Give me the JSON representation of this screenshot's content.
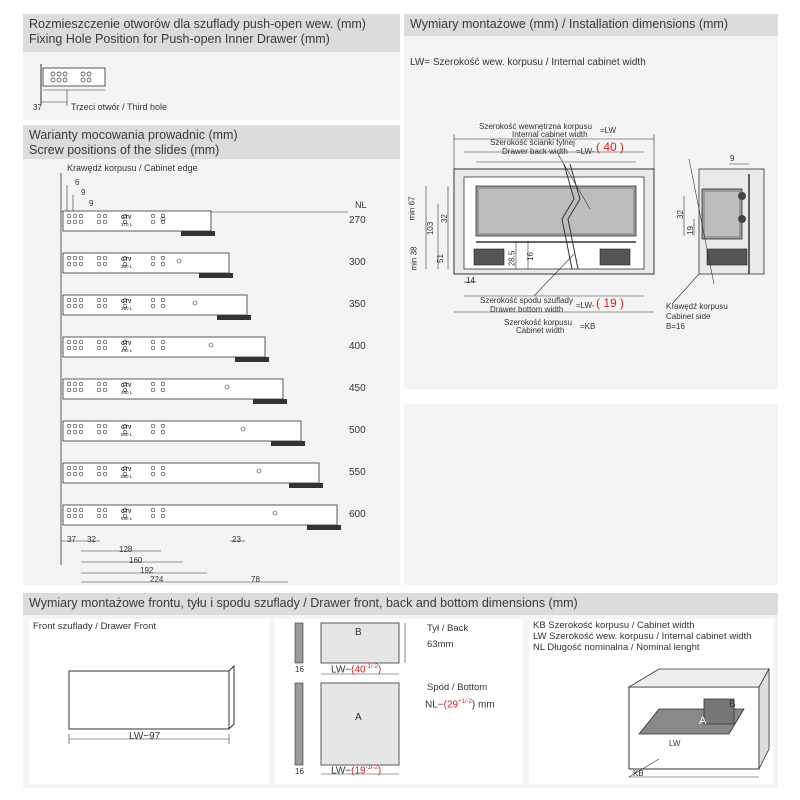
{
  "hole_position": {
    "title_pl": "Rozmieszczenie otworów dla szuflady push-open wew. (mm)",
    "title_en": "Fixing Hole Position for Push-open Inner Drawer (mm)",
    "dim": "37",
    "label": "Trzeci otwór / Third hole"
  },
  "variants": {
    "title_pl": "Warianty mocowania prowadnic (mm)",
    "title_en": "Screw positions of the slides (mm)",
    "cabinet_edge": "Krawędź korpusu / Cabinet edge",
    "top_dims": [
      "6",
      "9",
      "9"
    ],
    "nl_header": "NL",
    "slides": [
      {
        "nl": "270",
        "code": "270 L"
      },
      {
        "nl": "300",
        "code": "300 L"
      },
      {
        "nl": "350",
        "code": "350 L"
      },
      {
        "nl": "400",
        "code": "400 L"
      },
      {
        "nl": "450",
        "code": "450 L"
      },
      {
        "nl": "500",
        "code": "500 L"
      },
      {
        "nl": "550",
        "code": "550 L"
      },
      {
        "nl": "600",
        "code": "600 L"
      }
    ],
    "brand": "GTV",
    "bottom_dims": [
      "37",
      "32",
      "128",
      "160",
      "192",
      "224",
      "23",
      "78"
    ]
  },
  "installation": {
    "title": "Wymiary montażowe (mm) / Installation dimensions (mm)",
    "lw_def": "LW= Szerokość wew. korpusu / Internal cabinet width",
    "inner_width_pl": "Szerokość wewnętrzna korpusu",
    "inner_width_en": "Internal cabinet width",
    "inner_width_val": "=LW",
    "back_pl": "Szerokość ścianki tylnej",
    "back_en": "Drawer back width",
    "back_formula": "=LW-",
    "back_val": "( 40 )",
    "bottom_pl": "Szerokość spodu szuflady",
    "bottom_en": "Drawer bottom width",
    "bottom_formula": "=LW-",
    "bottom_val": "( 19 )",
    "cab_width_pl": "Szerokość korpusu",
    "cab_width_en": "Cabinet width",
    "cab_width_val": "=KB",
    "edge_pl": "Krawędź korpusu",
    "edge_en": "Cabinet side",
    "edge_b": "B=16",
    "left_dims": [
      "min 67",
      "32",
      "103",
      "min 38",
      "51"
    ],
    "inner_dims": [
      "28.5",
      "16",
      "14"
    ],
    "side_dims": [
      "9",
      "32",
      "19"
    ]
  },
  "front_section": {
    "title": "Wymiary montażowe frontu, tyłu i spodu szuflady / Drawer front, back and bottom dimensions (mm)",
    "front_label": "Front szuflady / Drawer Front",
    "front_dim": "LW−97",
    "b_label": "B",
    "a_label": "A",
    "thick_b": "16",
    "thick_a": "16",
    "b_dim_prefix": "LW−",
    "b_dim_val": "(40",
    "b_dim_tol": "-1/-2",
    "b_dim_suffix": ")",
    "a_dim_prefix": "LW−",
    "a_dim_val": "(19",
    "a_dim_tol": "-1/-2",
    "a_dim_suffix": ")",
    "back_label": "Tył / Back",
    "back_height": "63mm",
    "bottom_label": "Spód / Bottom",
    "bottom_prefix": "NL−",
    "bottom_val": "(29",
    "bottom_tol": "+1/-2",
    "bottom_suffix": ") mm",
    "kb_def": "KB Szerokość korpusu / Cabinet width",
    "lw_def": "LW Szerokość wew. korpusu / Internal cabinet width",
    "nl_def": "NL Długość nominalna / Nominal lenght",
    "iso_labels": [
      "B",
      "A",
      "LW",
      "KB"
    ]
  },
  "colors": {
    "accent_red": "#d2232a",
    "header_gray": "#dcdcdc",
    "panel_gray": "#f4f4f4",
    "line": "#333333"
  }
}
